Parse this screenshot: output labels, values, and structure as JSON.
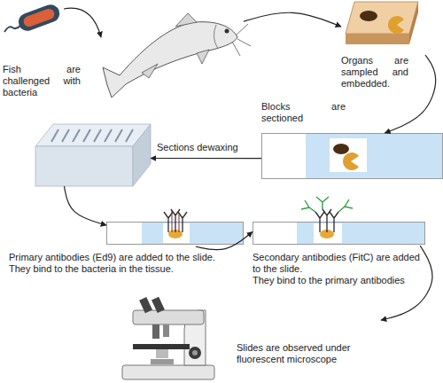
{
  "diagram": {
    "nodes": [
      {
        "text": [
          "Fish are challenged with bacteria"
        ]
      },
      {
        "text": [
          "Organs are sampled and embedded."
        ]
      },
      {
        "text": [
          "Blocks are sectioned"
        ]
      },
      {
        "text": [
          "Sections dewaxing"
        ]
      },
      {
        "text": [
          "Primary antibodies (Ed9) are added to the slide.",
          "They bind to the bacteria in the tissue."
        ]
      },
      {
        "text": [
          "Secondary antibodies (FitC) are added to the slide.",
          "They bind to the primary antibodies"
        ]
      },
      {
        "text": [
          "Slides are observed under fluorescent microscope"
        ]
      }
    ],
    "edges": [
      {
        "from": 0,
        "to": 1,
        "arrow": "to"
      },
      {
        "from": 1,
        "to": 2,
        "arrow": "to"
      },
      {
        "from": 2,
        "to": 3,
        "arrow": "to"
      },
      {
        "from": 3,
        "to": 4,
        "arrow": "to"
      },
      {
        "from": 4,
        "to": 5,
        "arrow": "to"
      },
      {
        "from": 5,
        "to": 6,
        "arrow": "to"
      }
    ]
  }
}
